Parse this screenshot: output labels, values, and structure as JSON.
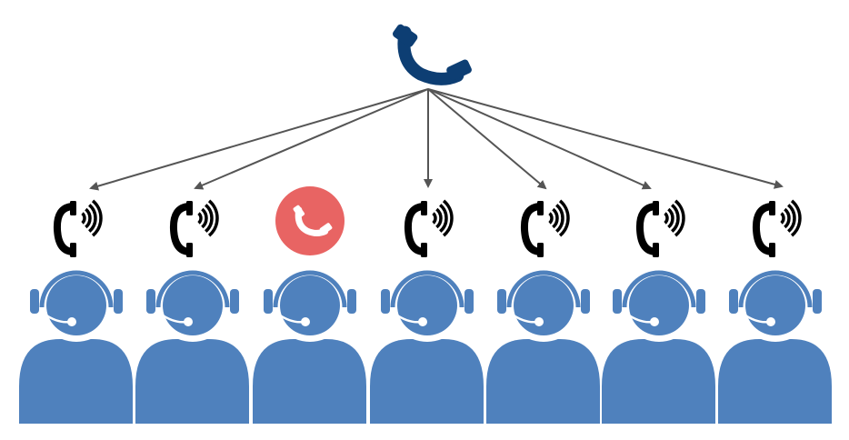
{
  "diagram": {
    "type": "call-distribution",
    "source": {
      "icon": "phone-handset-icon",
      "color": "#0d3e73"
    },
    "arrow_color": "#555555",
    "agent_color": "#4f81bd",
    "agents": [
      {
        "state": "ringing",
        "icon": "ringing-phone-icon",
        "arrow": true
      },
      {
        "state": "ringing",
        "icon": "ringing-phone-icon",
        "arrow": true
      },
      {
        "state": "answered",
        "icon": "answered-call-icon",
        "arrow": false,
        "color": "#e86463"
      },
      {
        "state": "ringing",
        "icon": "ringing-phone-icon",
        "arrow": true
      },
      {
        "state": "ringing",
        "icon": "ringing-phone-icon",
        "arrow": true
      },
      {
        "state": "ringing",
        "icon": "ringing-phone-icon",
        "arrow": true
      },
      {
        "state": "ringing",
        "icon": "ringing-phone-icon",
        "arrow": true
      }
    ]
  }
}
